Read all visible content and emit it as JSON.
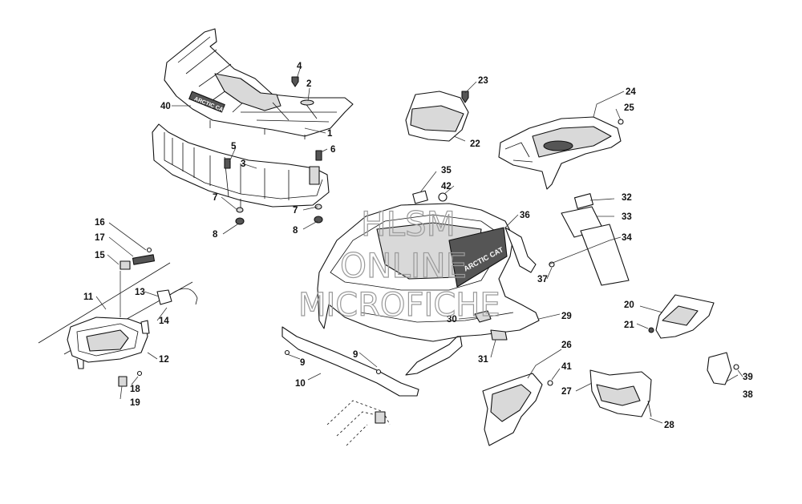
{
  "watermark": {
    "line1": "HLSM",
    "line2": "ONLINE",
    "line3": "MICROFICHE"
  },
  "rack_decal_text": "ARCTIC CAT",
  "fender_decal_text": "ARCTIC CAT",
  "callouts": {
    "c1": "1",
    "c2": "2",
    "c3": "3",
    "c4": "4",
    "c5": "5",
    "c6": "6",
    "c7a": "7",
    "c7b": "7",
    "c8a": "8",
    "c8b": "8",
    "c9a": "9",
    "c9b": "9",
    "c10": "10",
    "c11": "11",
    "c12": "12",
    "c13": "13",
    "c14": "14",
    "c15": "15",
    "c16": "16",
    "c17": "17",
    "c18": "18",
    "c19": "19",
    "c20": "20",
    "c21": "21",
    "c22": "22",
    "c23": "23",
    "c24": "24",
    "c25": "25",
    "c26": "26",
    "c27": "27",
    "c28": "28",
    "c29": "29",
    "c30": "30",
    "c31": "31",
    "c32": "32",
    "c33": "33",
    "c34": "34",
    "c35": "35",
    "c36": "36",
    "c37": "37",
    "c38": "38",
    "c39": "39",
    "c40": "40",
    "c41": "41",
    "c42": "42"
  }
}
